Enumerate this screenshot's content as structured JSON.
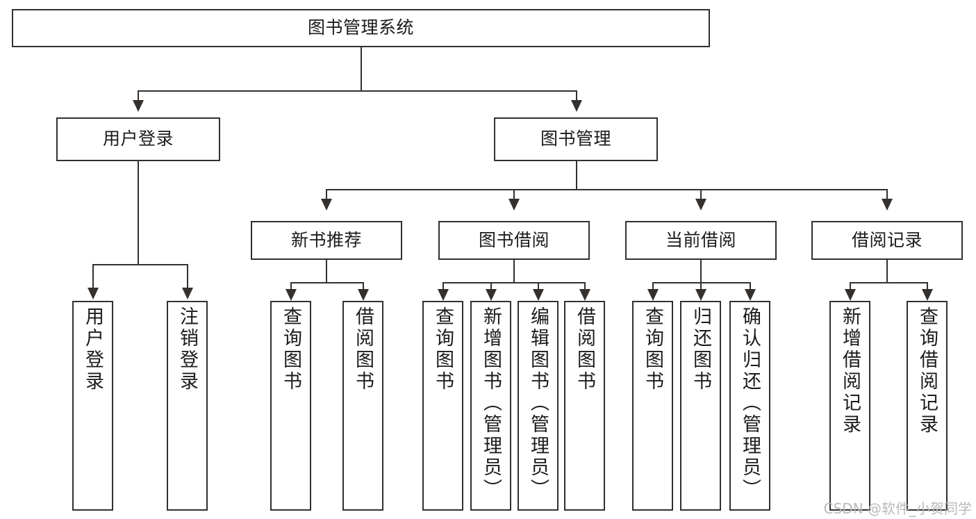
{
  "diagram": {
    "title": "图书管理系统",
    "type": "tree-hierarchy-chart",
    "watermark": "CSDN @软件_小贺同学",
    "colors": {
      "stroke": "#33302e",
      "fill": "#ffffff",
      "text": "#1b1b1b",
      "watermark": "#b9b9b9"
    },
    "levels": {
      "root": {
        "label": "图书管理系统"
      },
      "level2": [
        {
          "label": "用户登录"
        },
        {
          "label": "图书管理"
        }
      ],
      "level3": [
        {
          "label": "新书推荐"
        },
        {
          "label": "图书借阅"
        },
        {
          "label": "当前借阅"
        },
        {
          "label": "借阅记录"
        }
      ],
      "leaves": {
        "user_login": [
          {
            "label": "用户登录"
          },
          {
            "label": "注销登录"
          }
        ],
        "new_book_recommend": [
          {
            "label": "查询图书"
          },
          {
            "label": "借阅图书"
          }
        ],
        "book_borrow": [
          {
            "label": "查询图书"
          },
          {
            "label": "新增图书（管理员）"
          },
          {
            "label": "编辑图书（管理员）"
          },
          {
            "label": "借阅图书"
          }
        ],
        "current_borrow": [
          {
            "label": "查询图书"
          },
          {
            "label": "归还图书"
          },
          {
            "label": "确认归还（管理员）"
          }
        ],
        "borrow_record": [
          {
            "label": "新增借阅记录"
          },
          {
            "label": "查询借阅记录"
          }
        ]
      }
    }
  }
}
